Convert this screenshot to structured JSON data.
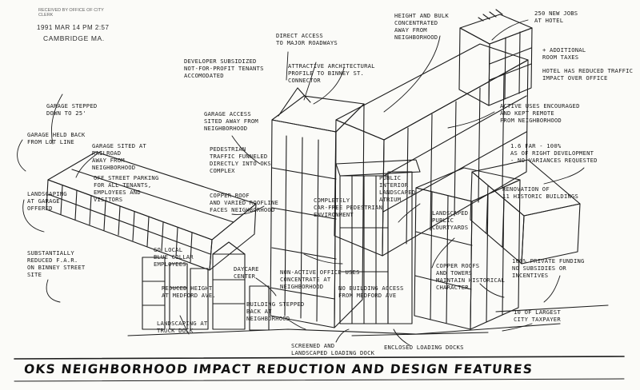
{
  "stamp": {
    "office": "RECEIVED BY OFFICE OF CITY CLERK",
    "date": "1991 MAR 14 PM 2:57",
    "city": "CAMBRIDGE MA."
  },
  "title": "OKS Neighborhood Impact Reduction and Design Features",
  "annotations": {
    "direct_access": "Direct access\nto major roadways",
    "height_bulk": "Height and bulk\nconcentrated\naway from\nneighborhood",
    "new_jobs": "250 new jobs\nat hotel",
    "additional_room_taxes": "+ Additional\nroom taxes",
    "hotel_traffic": "Hotel has reduced traffic\nimpact over office",
    "developer_subsidized": "Developer subsidized\nnot-for-profit tenants\naccomodated",
    "architectural_profile": "Attractive architectural\nprofile to Binney St.\nconnector",
    "garage_stepped": "Garage stepped\ndown to 25'",
    "garage_access": "Garage access\nsited away from\nneighborhood",
    "active_uses": "Active uses encouraged\nand kept remote\nfrom neighborhood",
    "garage_held_back": "Garage held back\nfrom lot line",
    "garage_sited": "Garage sited at\nrailroad\naway from\nneighborhood",
    "pedestrian_traffic": "Pedestrian\ntraffic funneled\ndirectly into OKS\ncomplex",
    "fsr": "1.6 FAR - 100%\nas of right development\n- No variances requested",
    "off_street_parking": "Off street parking\nfor all tenants,\nemployees and\nvisitors",
    "renovation": "Renovation of\n11 historic buildings",
    "public_interior": "Public\ninterior\nlandscaped\natrium",
    "landscaping_garage": "Landscaping\nat garage\noffered",
    "copper_roof": "Copper roof\nand varied roofline\nfaces neighborhood",
    "car_free": "Completely\ncar-free pedestrian\nenvironment",
    "landscaped_courtyards": "Landscaped\npublic\ncourtyards",
    "blue_collar": "Go local\nblue collar\nemployees",
    "reduced_far": "Substantially\nreduced F.A.R.\non Binney Street\nsite",
    "daycare": "Daycare\ncenter",
    "non_active_uses": "Non-active office uses\nconcentrate at\nneighborhood",
    "private_funding": "100% private funding\nno subsidies or\nincentives",
    "reduced_height": "Reduced height\nat Medford Ave.",
    "copper_roofs_historical": "Copper roofs\nand towers\nmaintain historical\ncharacter",
    "no_building_access": "No building access\nfrom Medford Ave",
    "building_stepped": "Building stepped\nback at\nneighborhood",
    "landscaping_truck": "Landscaping at\ntruck dock",
    "largest_taxpayer": "10 of largest\ncity taxpayer",
    "screened_dock": "Screened and\nlandscaped loading dock",
    "enclosed_docks": "Enclosed loading docks"
  }
}
